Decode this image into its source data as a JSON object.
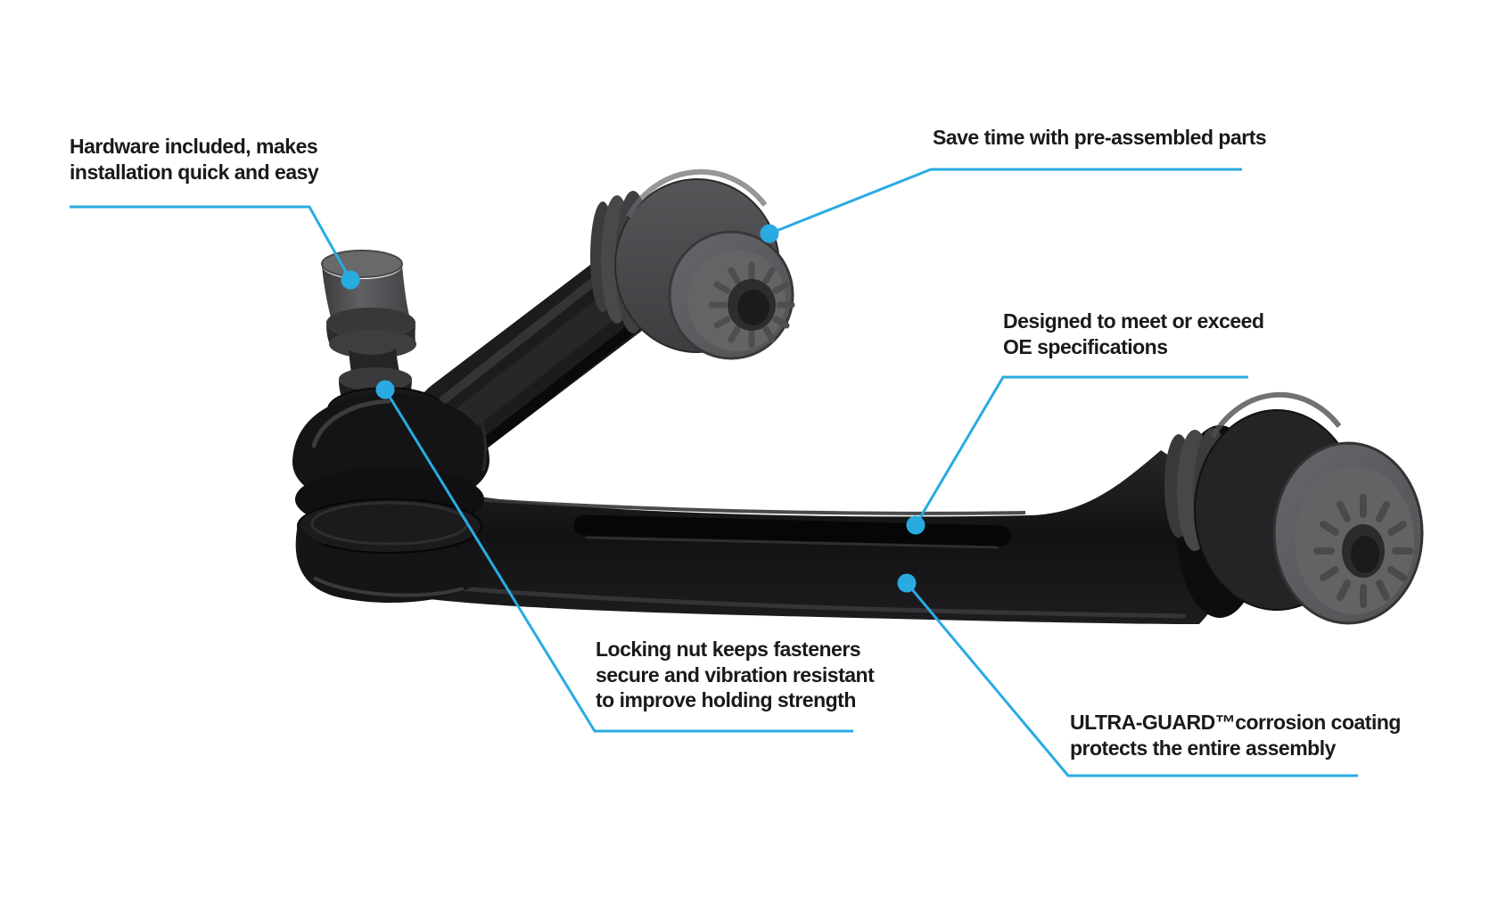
{
  "background_color": "#ffffff",
  "accent_color": "#29abe2",
  "text_color": "#1a1a1a",
  "diagram": {
    "subject": "Control arm assembly with ball joint, pre-assembled bushings and locking nut",
    "callouts": [
      {
        "id": "hardware-included",
        "lines": [
          "Hardware included, makes",
          "installation quick and easy"
        ]
      },
      {
        "id": "pre-assembled-parts",
        "lines": [
          "Save time with pre-assembled parts"
        ]
      },
      {
        "id": "oe-specifications",
        "lines": [
          "Designed to meet or exceed",
          "OE specifications"
        ]
      },
      {
        "id": "locking-nut",
        "lines": [
          "Locking nut keeps fasteners",
          "secure and vibration resistant",
          "to improve holding strength"
        ]
      },
      {
        "id": "ultra-guard",
        "lines": [
          "ULTRA-GUARD™corrosion coating",
          "protects the entire assembly"
        ]
      }
    ]
  }
}
